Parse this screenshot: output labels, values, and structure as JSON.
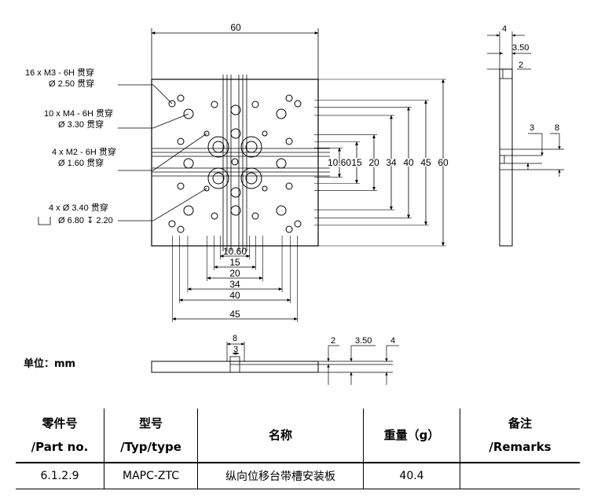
{
  "drawing": {
    "top_view": {
      "dim_width_top": "60",
      "callouts": [
        {
          "line1": "16 x  M3 - 6H 贯穿",
          "line2": "Ø  2.50 贯穿"
        },
        {
          "line1": "10 x  M4 - 6H 贯穿",
          "line2": "Ø  3.30 贯穿"
        },
        {
          "line1": "4 x  M2 - 6H 贯穿",
          "line2": "Ø  1.60 贯穿"
        },
        {
          "line1": "4 x  Ø  3.40 贯穿",
          "line2": "Ø  6.80 ↧ 2.20"
        }
      ],
      "right_dims": [
        "10.60",
        "15",
        "20",
        "34",
        "40",
        "45",
        "60"
      ],
      "bottom_dims": [
        "10.60",
        "15",
        "20",
        "34",
        "40",
        "45"
      ]
    },
    "side_view": {
      "dims_top": [
        "4",
        "3.50",
        "2"
      ],
      "dims_right": [
        "3",
        "8"
      ]
    },
    "bottom_view": {
      "dims_left": [
        "8",
        "3"
      ],
      "dims_right": [
        "2",
        "3.50",
        "4"
      ]
    }
  },
  "unit_label": "单位：mm",
  "table": {
    "headers": [
      {
        "line1": "零件号",
        "line2": "/Part no."
      },
      {
        "line1": "型号",
        "line2": "/Typ/type"
      },
      {
        "line1": "名称",
        "line2": ""
      },
      {
        "line1": "重量（g）",
        "line2": ""
      },
      {
        "line1": "备注",
        "line2": "/Remarks"
      }
    ],
    "row": {
      "part_no": "6.1.2.9",
      "type": "MAPC-ZTC",
      "name": "纵向位移台带槽安装板",
      "weight": "40.4",
      "remarks": ""
    }
  }
}
